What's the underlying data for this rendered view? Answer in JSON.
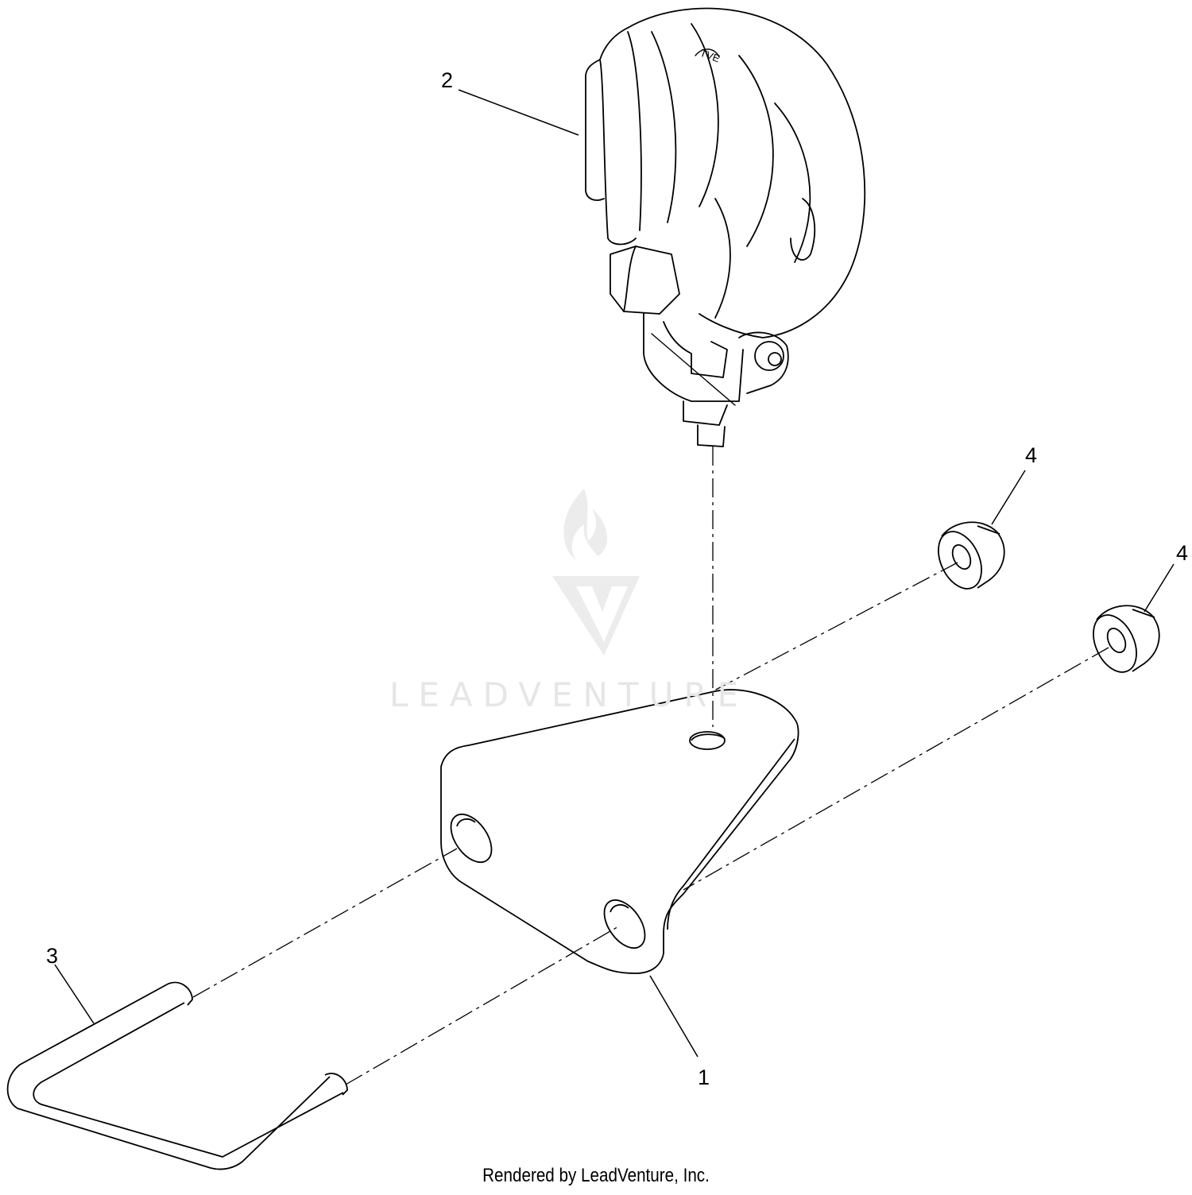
{
  "callouts": {
    "part_1": "1",
    "part_2": "2",
    "part_3": "3",
    "part_4a": "4",
    "part_4b": "4"
  },
  "lamp_brand": "TVE",
  "watermark": "LEADVENTURE",
  "footer": "Rendered by LeadVenture, Inc.",
  "colors": {
    "line": "#000000",
    "watermark": "#e6e6e6",
    "background": "#ffffff"
  }
}
